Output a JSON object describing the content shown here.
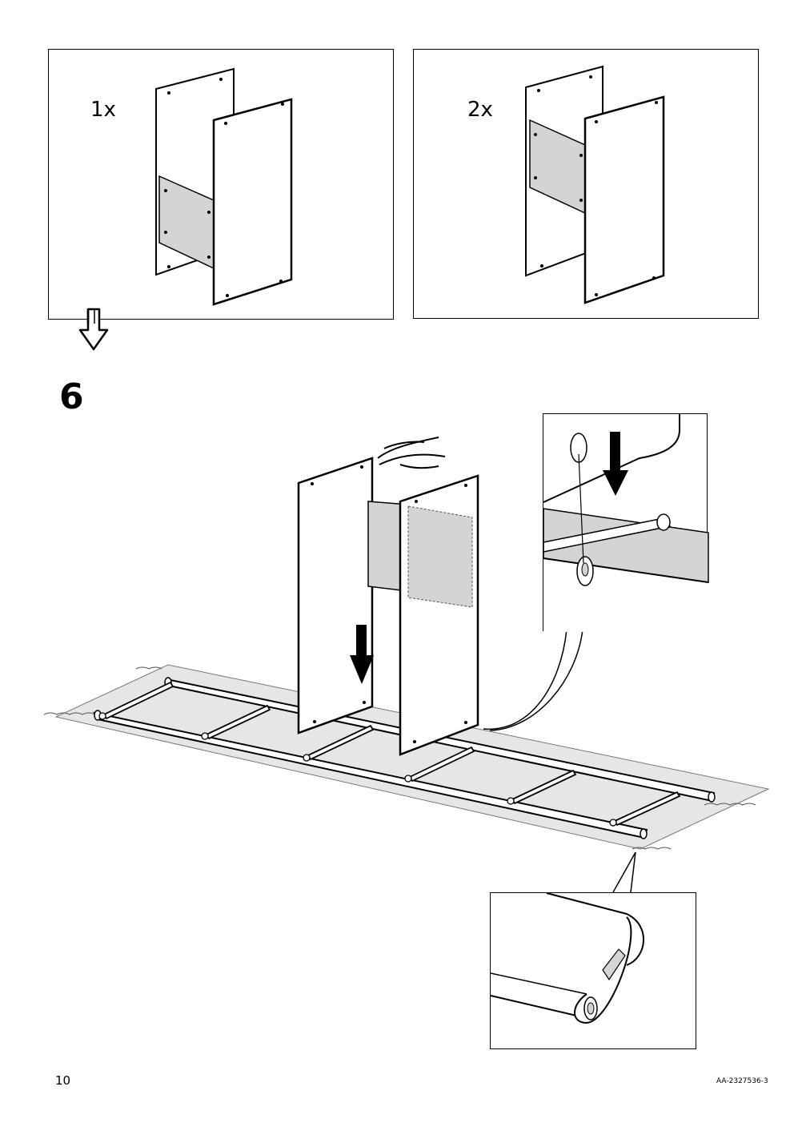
{
  "panels": {
    "left_quantity": "1x",
    "right_quantity": "2x"
  },
  "step": {
    "number": "6"
  },
  "footer": {
    "page_number": "10",
    "doc_code": "AA-2327536-3"
  },
  "colors": {
    "line": "#000000",
    "panel_fill": "#ffffff",
    "shade": "#d4d4d4",
    "rug": "#e6e6e6"
  }
}
